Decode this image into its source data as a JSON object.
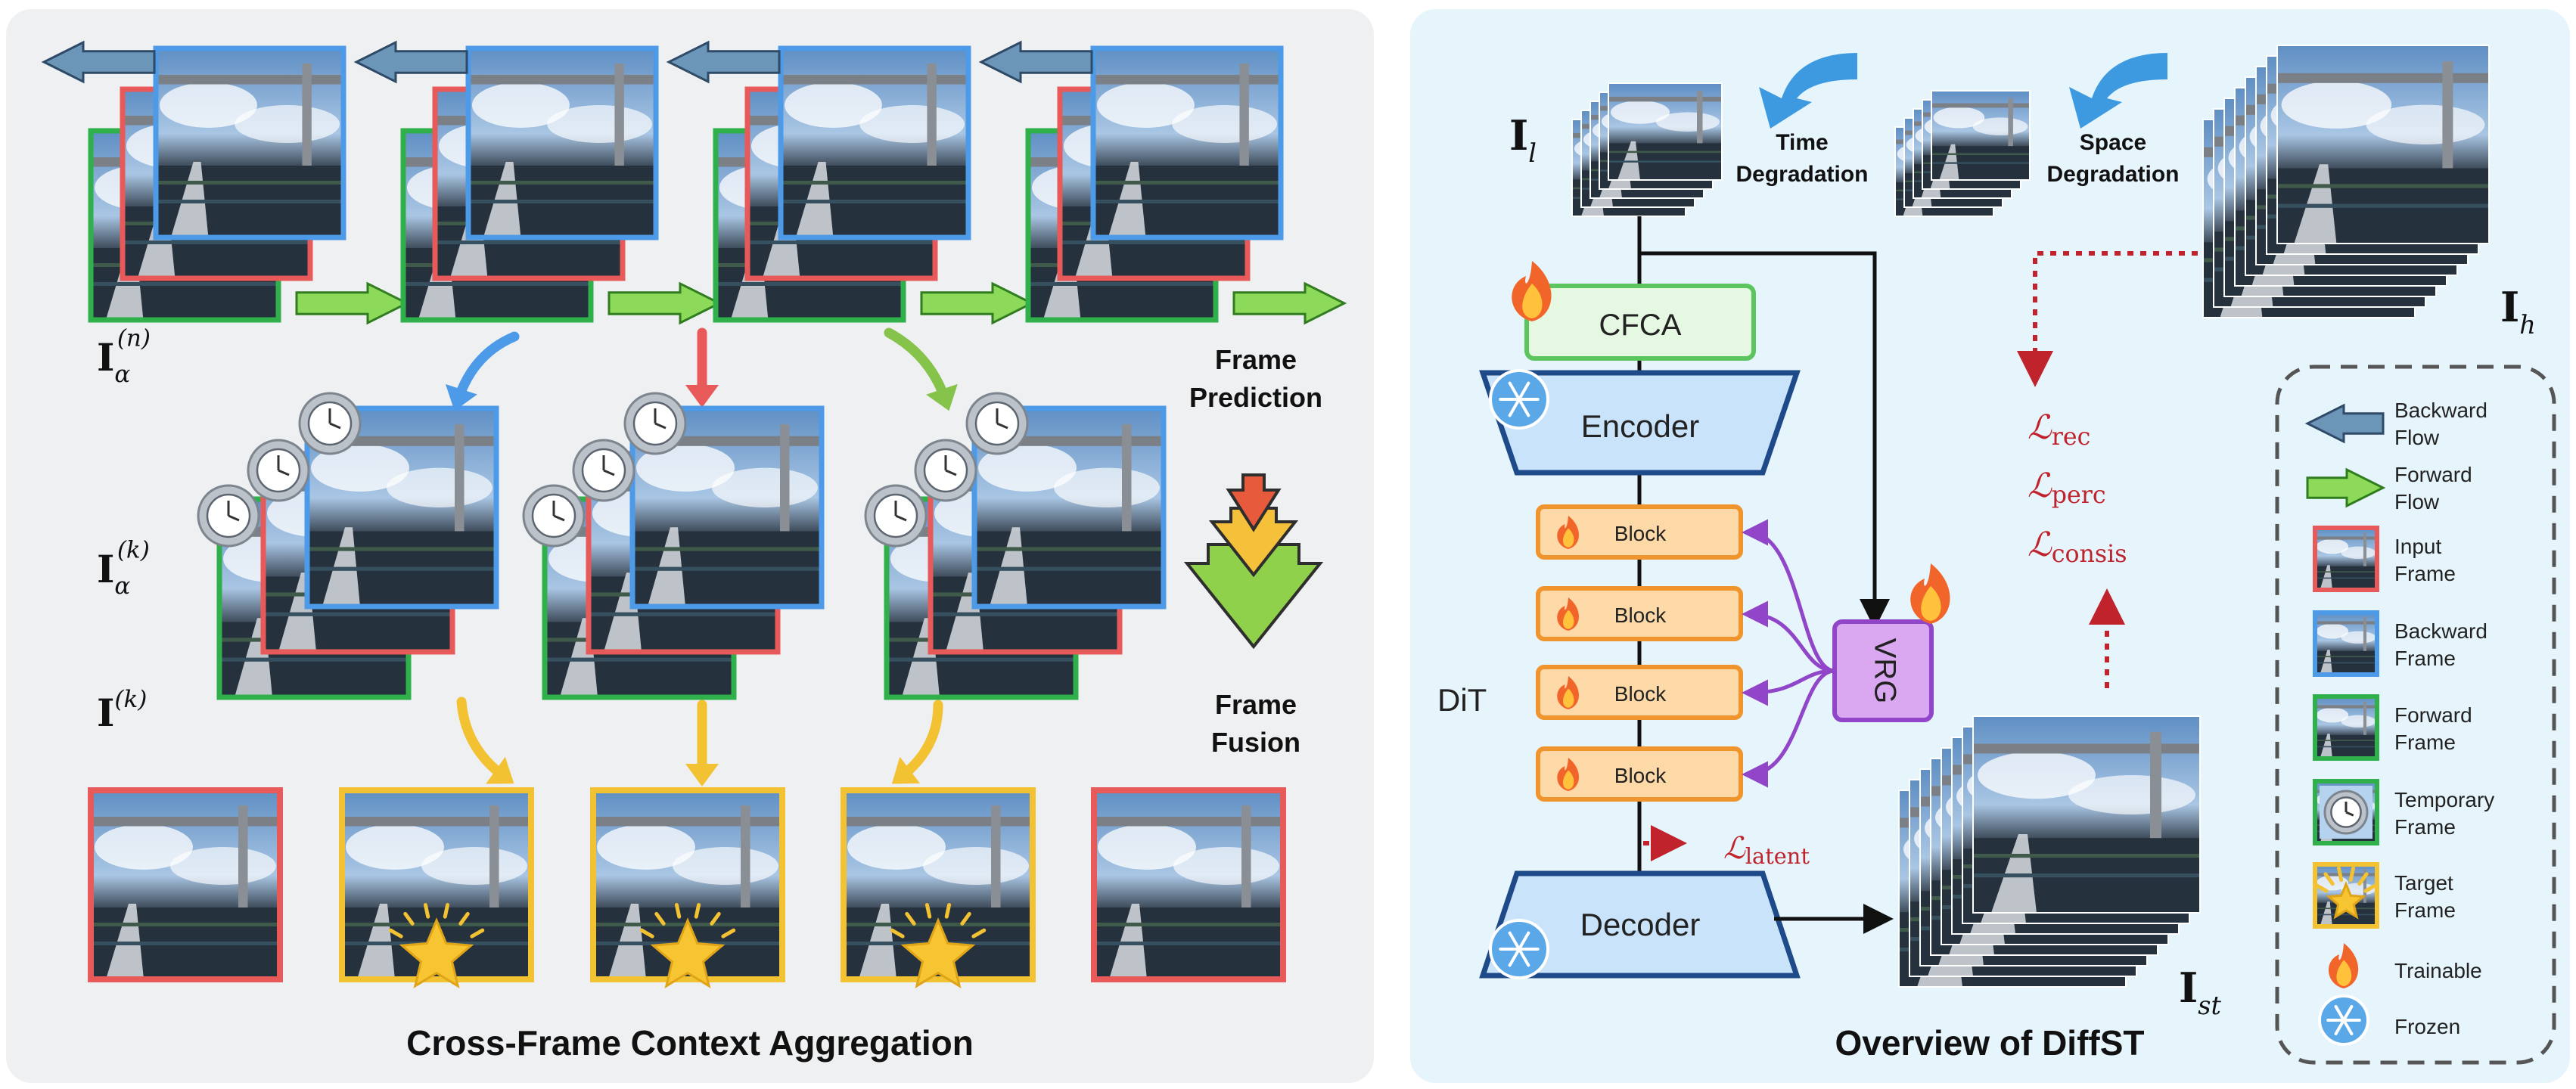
{
  "left_panel": {
    "caption": "Cross-Frame Context Aggregation",
    "frame_prediction": [
      "Frame",
      "Prediction"
    ],
    "frame_fusion": [
      "Frame",
      "Fusion"
    ],
    "symbols": {
      "i_alpha_n": {
        "base": "I",
        "sub": "α",
        "sup": "(n)"
      },
      "i_alpha_k": {
        "base": "I",
        "sub": "α",
        "sup": "(k)"
      },
      "i_k": {
        "base": "I",
        "sub": "",
        "sup": "(k)"
      }
    }
  },
  "right_panel": {
    "caption": "Overview of DiffST",
    "time_degradation": [
      "Time",
      "Degradation"
    ],
    "space_degradation": [
      "Space",
      "Degradation"
    ],
    "cfca": "CFCA",
    "encoder": "Encoder",
    "decoder": "Decoder",
    "block_label": "Block",
    "dit": "DiT",
    "vrg": "VRG",
    "symbols": {
      "i_l": {
        "base": "I",
        "sub": "l"
      },
      "i_h": {
        "base": "I",
        "sub": "h"
      },
      "i_st": {
        "base": "I",
        "sub": "st"
      }
    },
    "losses": {
      "rec": {
        "base": "ℒ",
        "sub": "rec"
      },
      "perc": {
        "base": "ℒ",
        "sub": "perc"
      },
      "consis": {
        "base": "ℒ",
        "sub": "consis"
      },
      "latent": {
        "base": "ℒ",
        "sub": "latent"
      }
    }
  },
  "legend": {
    "items": [
      {
        "icon": "backward-flow-arrow-icon",
        "lines": [
          "Backward",
          "Flow"
        ]
      },
      {
        "icon": "forward-flow-arrow-icon",
        "lines": [
          "Forward",
          "Flow"
        ]
      },
      {
        "icon": "input-frame-icon",
        "lines": [
          "Input",
          "Frame"
        ]
      },
      {
        "icon": "backward-frame-icon",
        "lines": [
          "Backward",
          "Frame"
        ]
      },
      {
        "icon": "forward-frame-icon",
        "lines": [
          "Forward",
          "Frame"
        ]
      },
      {
        "icon": "temporary-frame-icon",
        "lines": [
          "Temporary",
          "Frame"
        ]
      },
      {
        "icon": "target-frame-icon",
        "lines": [
          "Target",
          "Frame"
        ]
      },
      {
        "icon": "flame-icon",
        "lines": [
          "Trainable"
        ]
      },
      {
        "icon": "snowflake-icon",
        "lines": [
          "Frozen"
        ]
      }
    ]
  },
  "colors": {
    "input_frame": "#e85a5a",
    "backward_frame": "#4d9be8",
    "forward_frame": "#2fb04b",
    "target_frame": "#f3c233",
    "backward_flow": "#6b96b8",
    "forward_flow": "#8dd95a",
    "block_fill": "#fdd9a8",
    "block_border": "#f0952e",
    "vrg_fill": "#d9a8f0",
    "vrg_border": "#9145c8",
    "cfca_fill": "#e5f8e2",
    "cfca_border": "#5cc55e",
    "enc_fill": "#c9e3fa",
    "enc_border": "#1f4a8a",
    "loss": "#c0232b",
    "left_bg": "#eef0f2",
    "right_bg": "#e6f4fc"
  }
}
